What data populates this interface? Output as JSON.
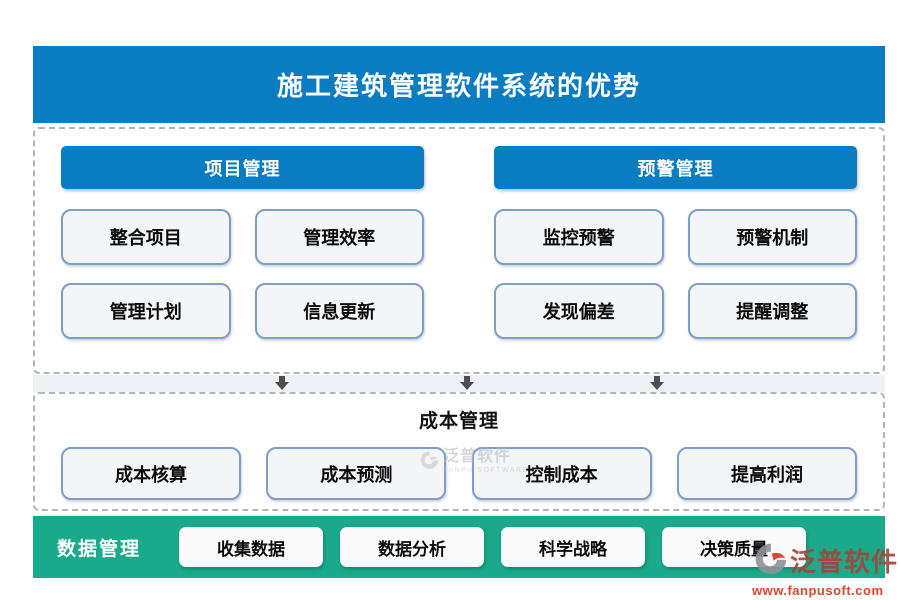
{
  "title": "施工建筑管理软件系统的优势",
  "top_section": {
    "columns": [
      {
        "header": "项目管理",
        "items": [
          "整合项目",
          "管理效率",
          "管理计划",
          "信息更新"
        ]
      },
      {
        "header": "预警管理",
        "items": [
          "监控预警",
          "预警机制",
          "发现偏差",
          "提醒调整"
        ]
      }
    ]
  },
  "cost_section": {
    "title": "成本管理",
    "items": [
      "成本核算",
      "成本预测",
      "控制成本",
      "提高利润"
    ]
  },
  "data_section": {
    "label": "数据管理",
    "items": [
      "收集数据",
      "数据分析",
      "科学战略",
      "决策质量"
    ]
  },
  "watermark": {
    "brand": "泛普软件",
    "brand_sub": "FANPU SOFTWARE",
    "url": "www.fanpusoft.com"
  },
  "icons": {
    "down_arrow": "down-arrow-icon",
    "brand_logo": "fanpu-logo-icon"
  },
  "colors": {
    "primary_blue": "#0a7cc1",
    "teal_green": "#1aa98a",
    "arrow_gray": "#4d4d4d",
    "brand_red": "#e2452c",
    "button_border": "#7d9ec9",
    "dashed_border": "#b5b5b5"
  }
}
